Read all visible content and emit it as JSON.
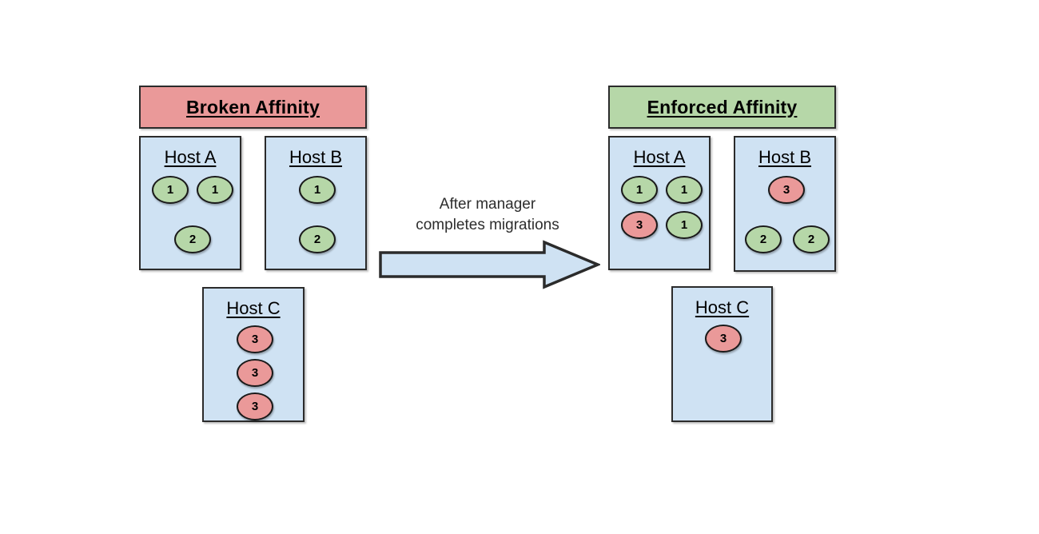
{
  "diagram": {
    "title_left": "Broken Affinity",
    "title_right": "Enforced Affinity",
    "caption_line1": "After manager",
    "caption_line2": "completes migrations",
    "colors": {
      "header_broken": "#EA9999",
      "header_enforced": "#B6D7A8",
      "host_fill": "#CFE2F3",
      "vm_green": "#B6D7A8",
      "vm_red": "#EA9999",
      "stroke": "#2B2B2B"
    },
    "left": {
      "hosts": [
        {
          "name": "Host A",
          "vms": [
            {
              "label": "1",
              "color": "green"
            },
            {
              "label": "1",
              "color": "green"
            },
            {
              "label": "2",
              "color": "green"
            }
          ]
        },
        {
          "name": "Host B",
          "vms": [
            {
              "label": "1",
              "color": "green"
            },
            {
              "label": "2",
              "color": "green"
            }
          ]
        },
        {
          "name": "Host C",
          "vms": [
            {
              "label": "3",
              "color": "red"
            },
            {
              "label": "3",
              "color": "red"
            },
            {
              "label": "3",
              "color": "red"
            }
          ]
        }
      ]
    },
    "right": {
      "hosts": [
        {
          "name": "Host A",
          "vms": [
            {
              "label": "1",
              "color": "green"
            },
            {
              "label": "1",
              "color": "green"
            },
            {
              "label": "3",
              "color": "red"
            },
            {
              "label": "1",
              "color": "green"
            }
          ]
        },
        {
          "name": "Host B",
          "vms": [
            {
              "label": "3",
              "color": "red"
            },
            {
              "label": "2",
              "color": "green"
            },
            {
              "label": "2",
              "color": "green"
            }
          ]
        },
        {
          "name": "Host C",
          "vms": [
            {
              "label": "3",
              "color": "red"
            }
          ]
        }
      ]
    }
  }
}
